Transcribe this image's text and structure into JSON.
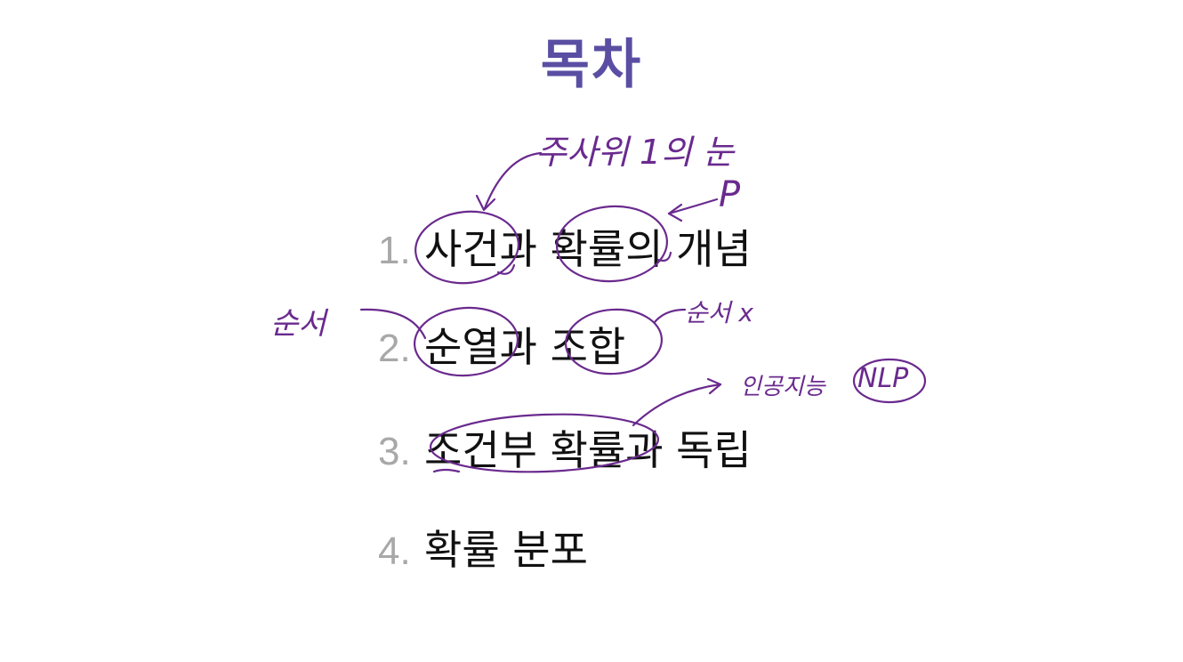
{
  "slide": {
    "title": "목차",
    "items": [
      {
        "number": "1.",
        "text": "사건과 확률의 개념"
      },
      {
        "number": "2.",
        "text": "순열과 조합"
      },
      {
        "number": "3.",
        "text": "조건부 확률과 독립"
      },
      {
        "number": "4.",
        "text": "확률 분포"
      }
    ],
    "annotations": {
      "dice": "주사위 1의 눈",
      "p": "P",
      "order": "순서",
      "order_x": "순서 x",
      "ai": "인공지능",
      "nlp": "NLP"
    }
  },
  "colors": {
    "title": "#5a4ea3",
    "number": "#a8a8a8",
    "text": "#111111",
    "ink": "#6a2a8e"
  }
}
